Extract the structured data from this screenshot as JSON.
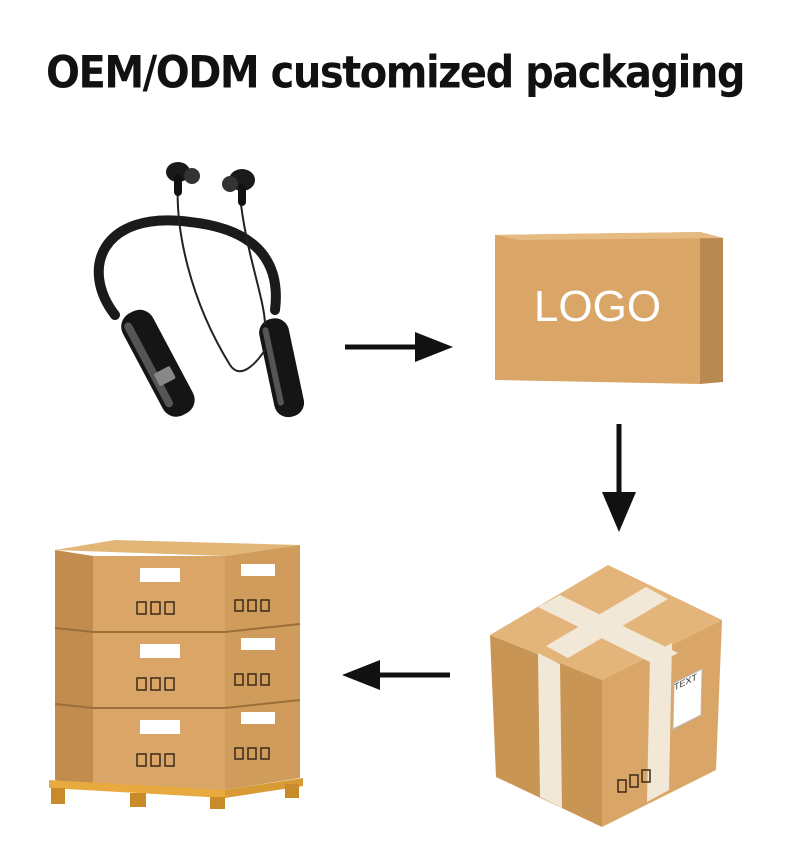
{
  "title": "OEM/ODM customized packaging",
  "box_logo_text": "LOGO",
  "shipping_box_label": "TEXT",
  "colors": {
    "kraft": "#d9a667",
    "kraft_side": "#b88a52",
    "tape": "#f2e8d8",
    "arrow": "#111111"
  }
}
